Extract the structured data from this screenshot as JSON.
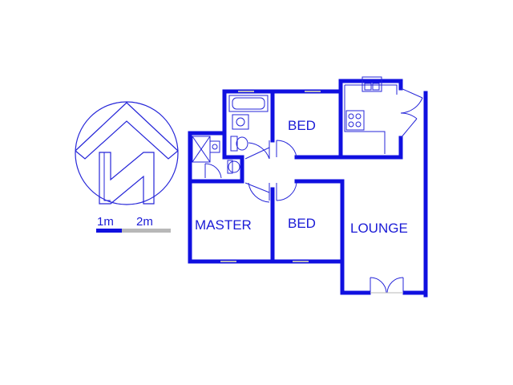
{
  "colors": {
    "wall": "#1010e0",
    "line": "#2525d8",
    "gray": "#b8b8b8",
    "background": "#ffffff"
  },
  "rooms": {
    "bed_top": "BED",
    "master": "MASTER",
    "bed_bottom": "BED",
    "lounge": "LOUNGE"
  },
  "scale_bar": {
    "label_1": "1m",
    "label_2": "2m"
  },
  "compass": {
    "letter": "N",
    "icon": "north-arrow-icon"
  }
}
